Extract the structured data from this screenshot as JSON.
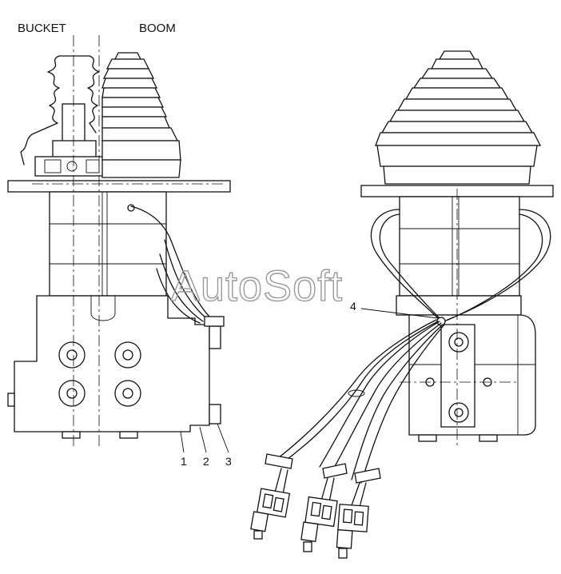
{
  "labels": {
    "bucket": "BUCKET",
    "boom": "BOOM"
  },
  "callouts": [
    "1",
    "2",
    "3",
    "4"
  ],
  "watermark": "AutoSoft"
}
